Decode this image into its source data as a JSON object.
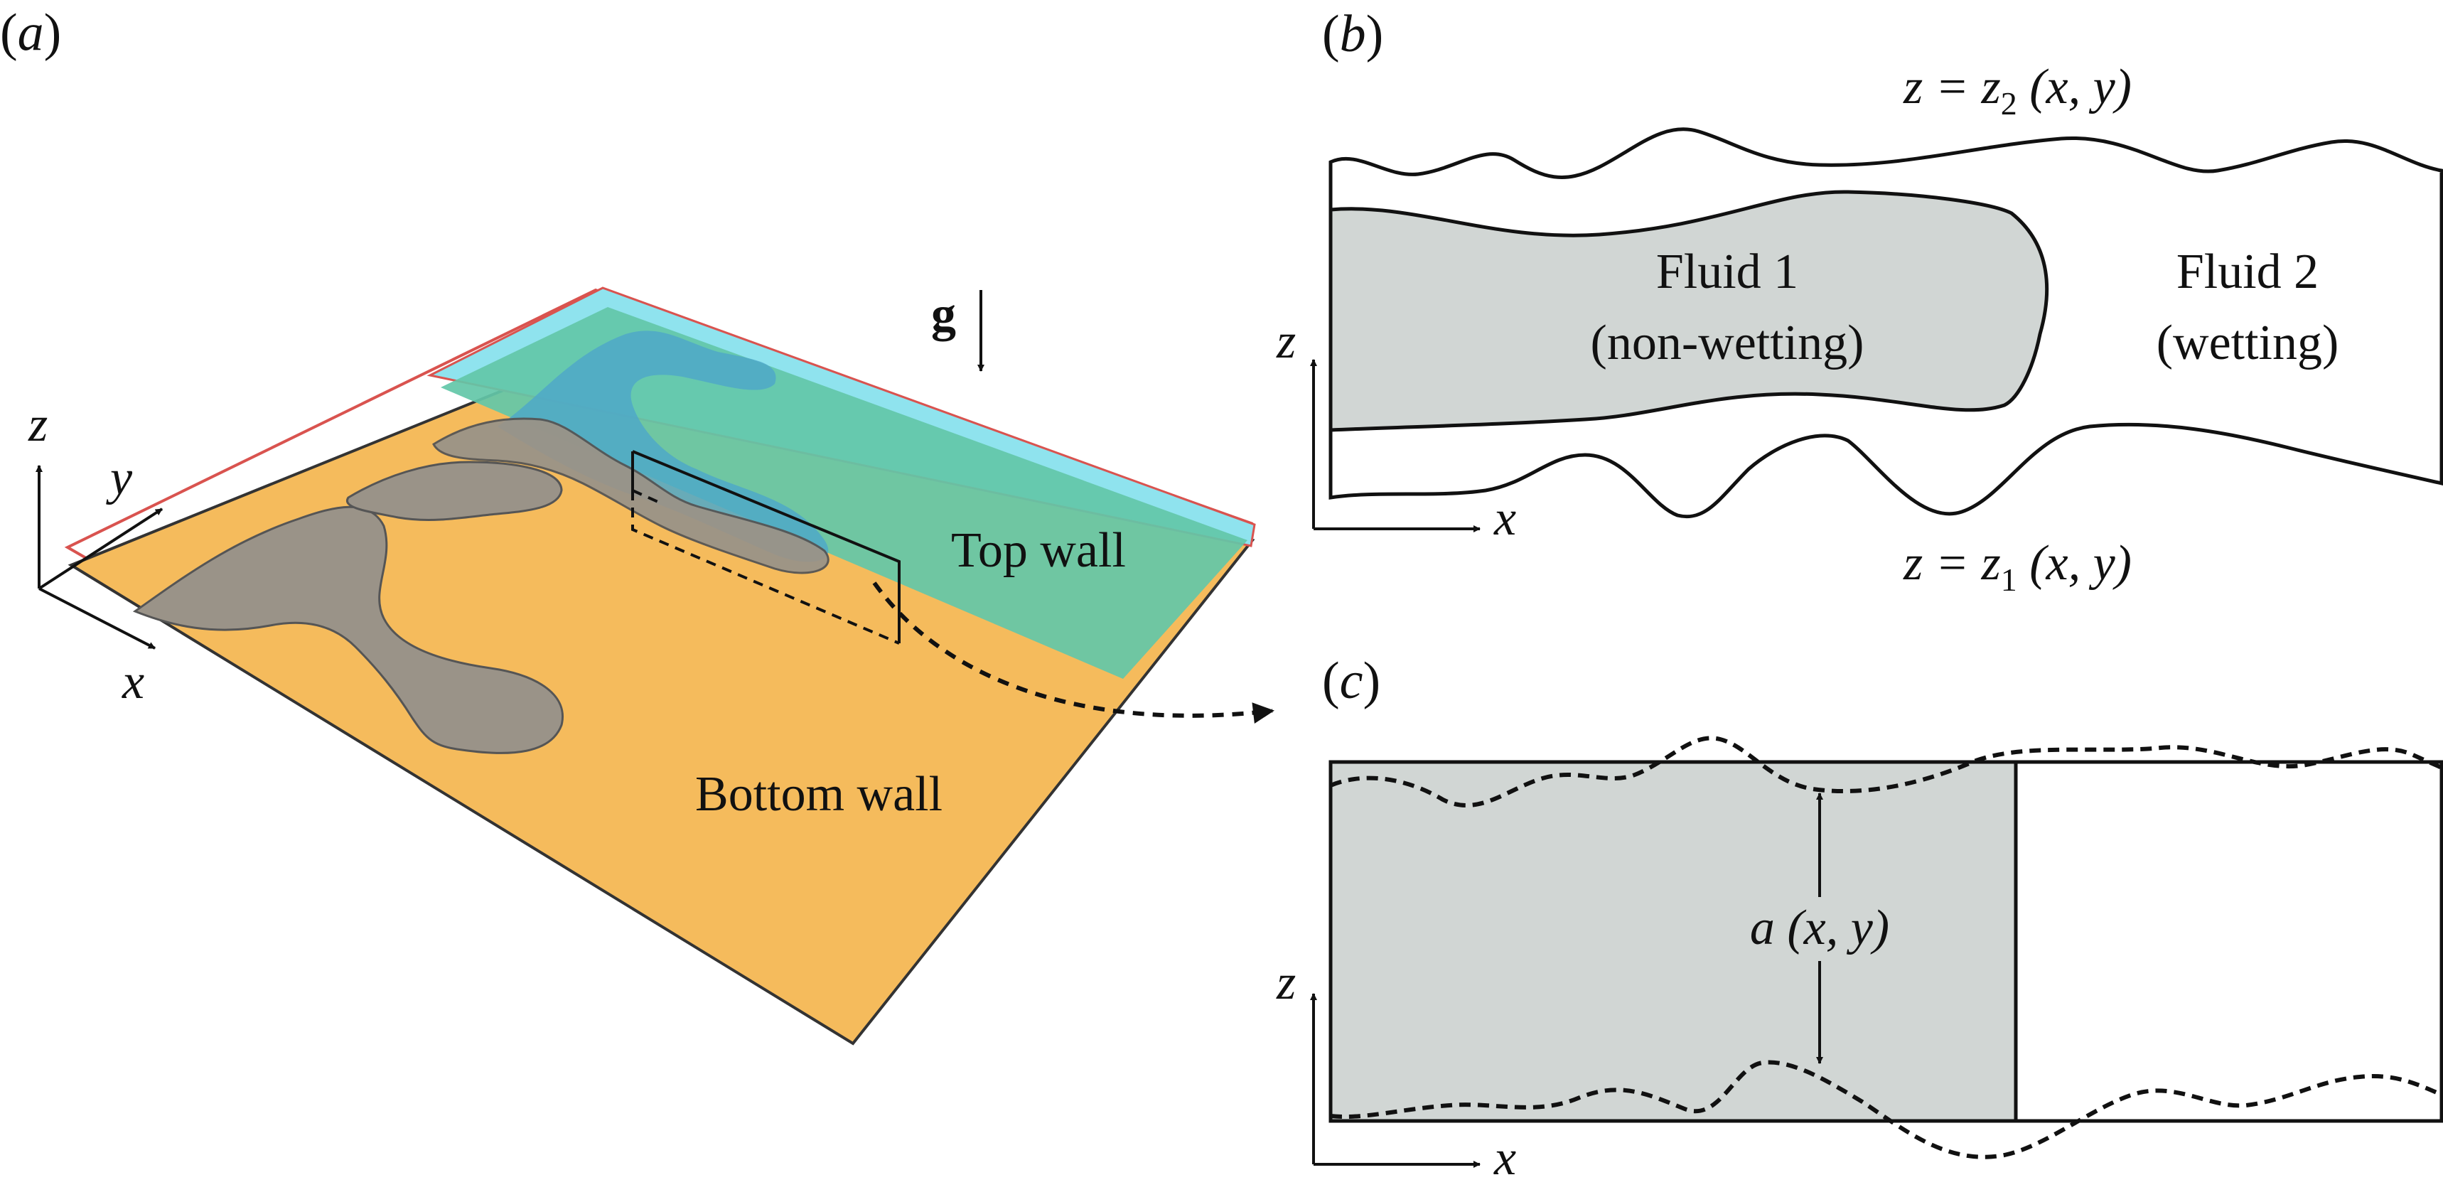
{
  "panel_a": {
    "label_open": "(",
    "label_letter": "a",
    "label_close": ")",
    "gravity": "g",
    "axis_z": "z",
    "axis_y": "y",
    "axis_x": "x",
    "top_wall": "Top wall",
    "bottom_wall": "Bottom wall"
  },
  "panel_b": {
    "label_open": "(",
    "label_letter": "b",
    "label_close": ")",
    "z2_lhs": "z = z",
    "z2_sub": "2",
    "z2_rhs": " (x, y)",
    "z1_lhs": "z = z",
    "z1_sub": "1",
    "z1_rhs": " (x, y)",
    "fluid1_name": "Fluid 1",
    "fluid1_desc": "(non-wetting)",
    "fluid2_name": "Fluid 2",
    "fluid2_desc": "(wetting)",
    "axis_z": "z",
    "axis_x": "x"
  },
  "panel_c": {
    "label_open": "(",
    "label_letter": "c",
    "label_close": ")",
    "aperture_a": "a",
    "aperture_args": " (x, y)",
    "axis_z": "z",
    "axis_x": "x"
  },
  "colors": {
    "bottom_wall": "#F5BB5C",
    "top_wall": "#63C7A8",
    "top_wall_edge": "#8FE3EE",
    "fluid_gray": "#9A9388",
    "fluid_blue": "#4FA8C8",
    "fluid1_fill": "#D1D6D4",
    "outline_red": "#D9534F"
  }
}
